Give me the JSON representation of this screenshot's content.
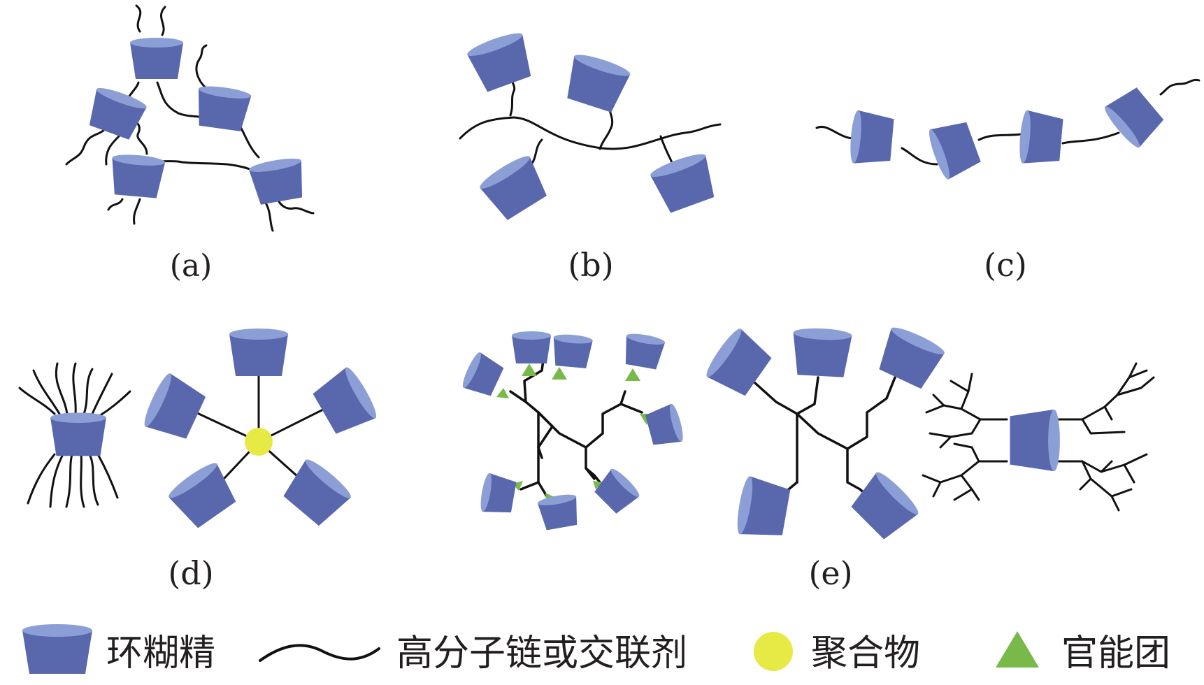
{
  "panels": {
    "a": "(a)",
    "b": "(b)",
    "c": "(c)",
    "d": "(d)",
    "e": "(e)"
  },
  "legend": {
    "cyclodextrin": "环糊精",
    "polymer_chain": "高分子链或交联剂",
    "polymer": "聚合物",
    "functional_group": "官能团"
  },
  "colors": {
    "cd_body": "#5967ad",
    "cd_rim": "#8b9fd6",
    "chain": "#111111",
    "polymer_dot": "#e7e945",
    "functional_group": "#78b94a"
  }
}
